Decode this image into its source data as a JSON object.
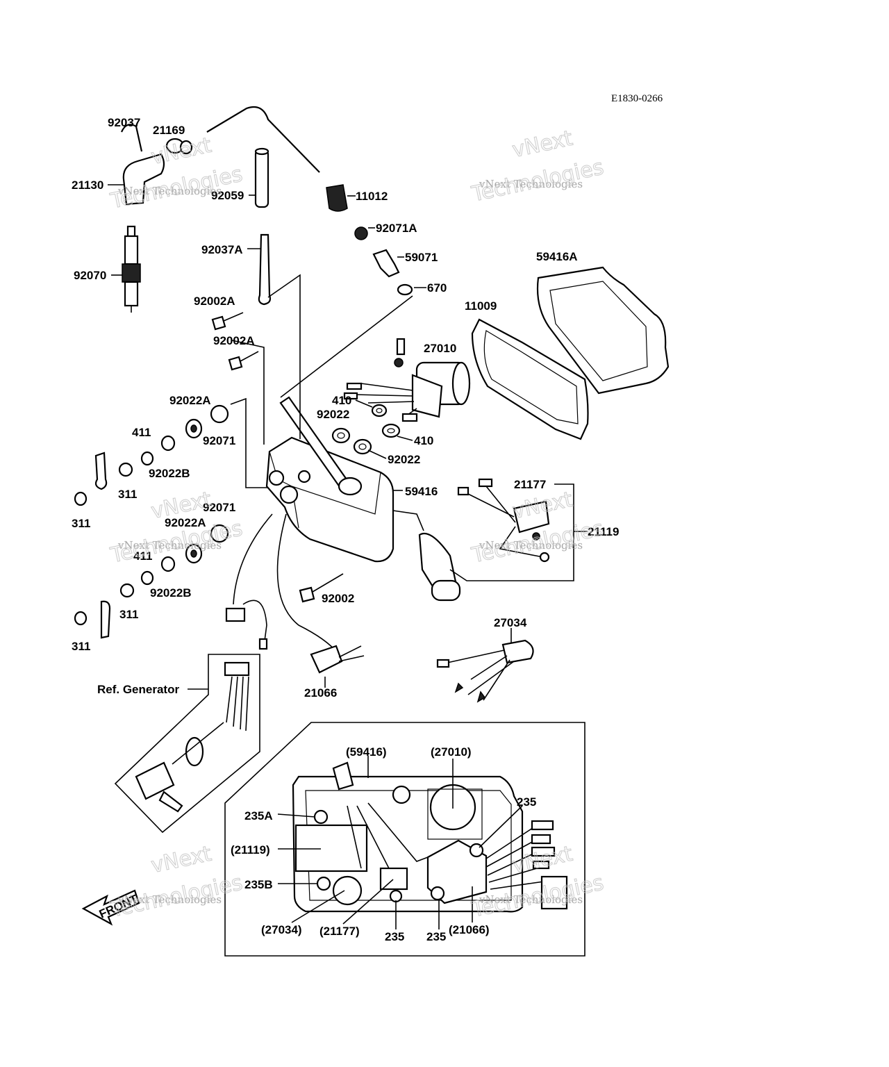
{
  "diagram": {
    "drawing_code": "E1830-0266",
    "reference_label": "Ref. Generator",
    "front_label": "FRONT",
    "watermark": [
      "vNext",
      "vNext Technologies",
      "Technologies"
    ],
    "part_labels": [
      "92037",
      "21169",
      "21130",
      "92059",
      "11012",
      "92071A",
      "92070",
      "92037A",
      "59071",
      "59416A",
      "670",
      "92002A",
      "11009",
      "92002A",
      "27010",
      "92022A",
      "410",
      "92022",
      "411",
      "92071",
      "410",
      "92022B",
      "92022",
      "311",
      "59416",
      "21177",
      "311",
      "92071",
      "92022A",
      "21119",
      "411",
      "92002",
      "92022B",
      "311",
      "27034",
      "311",
      "21066"
    ],
    "inset_labels": [
      "(59416)",
      "(27010)",
      "235A",
      "235",
      "(21119)",
      "235B",
      "(27034)",
      "(21177)",
      "235",
      "235",
      "(21066)"
    ]
  }
}
